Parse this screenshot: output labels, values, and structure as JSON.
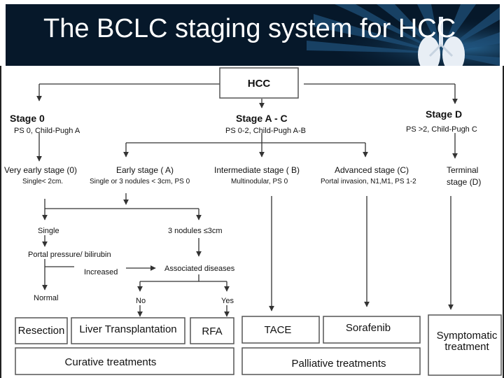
{
  "slide": {
    "title": "The BCLC staging system for HCC",
    "accent_colors": {
      "banner": "#06182a",
      "rays": "#1e4f78",
      "border": "#222222"
    },
    "decoration_icon": "lung-bronchi-icon"
  },
  "diagram": {
    "root": "HCC",
    "stages": {
      "stage0": {
        "title": "Stage 0",
        "detail": "PS 0, Child-Pugh A"
      },
      "stageAC": {
        "title": "Stage A - C",
        "detail": "PS 0-2, Child-Pugh A-B"
      },
      "stageD": {
        "title": "Stage  D",
        "detail": "PS >2, Child-Pugh C"
      }
    },
    "substages": {
      "very_early": {
        "title": "Very early stage (0)",
        "detail": "Single< 2cm."
      },
      "early": {
        "title": "Early stage ( A)",
        "detail": "Single or 3 nodules < 3cm, PS 0"
      },
      "intermediate": {
        "title": "Intermediate  stage ( B)",
        "detail": "Multinodular, PS 0"
      },
      "advanced": {
        "title": "Advanced  stage (C)",
        "detail": "Portal invasion, N1,M1, PS 1-2"
      },
      "terminal": {
        "line1": "Terminal",
        "line2": "stage (D)"
      }
    },
    "decisions": {
      "single": "Single",
      "three_nodules": "3 nodules ≤3cm",
      "portal_pressure": "Portal pressure/ bilirubin",
      "increased": "Increased",
      "associated_diseases": "Associated diseases",
      "normal": "Normal",
      "no": "No",
      "yes": "Yes"
    },
    "treatments": {
      "resection": "Resection",
      "liver_transplantation": "Liver Transplantation",
      "rfa": "RFA",
      "tace": "TACE",
      "sorafenib": "Sorafenib",
      "symptomatic_line1": "Symptomatic",
      "symptomatic_line2": "treatment"
    },
    "groups": {
      "curative": "Curative treatments",
      "palliative": "Palliative treatments"
    }
  }
}
